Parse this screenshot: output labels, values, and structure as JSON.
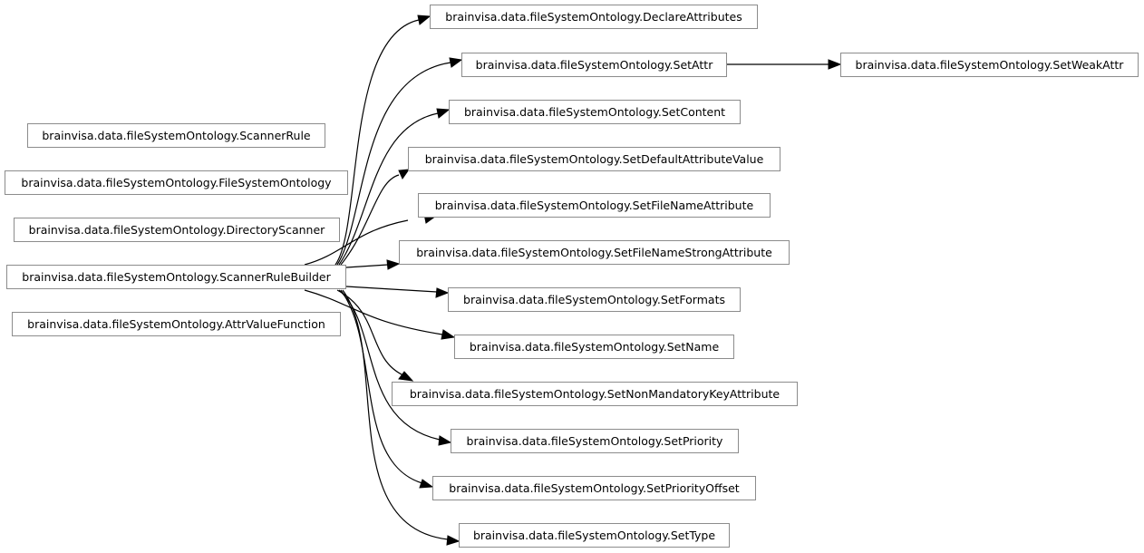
{
  "diagram": {
    "type": "inheritance-graph",
    "source_node": "brainvisa.data.fileSystemOntology.ScannerRuleBuilder",
    "nodes": {
      "scanner_rule": "brainvisa.data.fileSystemOntology.ScannerRule",
      "file_system_ontology": "brainvisa.data.fileSystemOntology.FileSystemOntology",
      "directory_scanner": "brainvisa.data.fileSystemOntology.DirectoryScanner",
      "scanner_rule_builder": "brainvisa.data.fileSystemOntology.ScannerRuleBuilder",
      "attr_value_function": "brainvisa.data.fileSystemOntology.AttrValueFunction",
      "declare_attributes": "brainvisa.data.fileSystemOntology.DeclareAttributes",
      "set_attr": "brainvisa.data.fileSystemOntology.SetAttr",
      "set_weak_attr": "brainvisa.data.fileSystemOntology.SetWeakAttr",
      "set_content": "brainvisa.data.fileSystemOntology.SetContent",
      "set_default_attribute_value": "brainvisa.data.fileSystemOntology.SetDefaultAttributeValue",
      "set_file_name_attribute": "brainvisa.data.fileSystemOntology.SetFileNameAttribute",
      "set_file_name_strong_attribute": "brainvisa.data.fileSystemOntology.SetFileNameStrongAttribute",
      "set_formats": "brainvisa.data.fileSystemOntology.SetFormats",
      "set_name": "brainvisa.data.fileSystemOntology.SetName",
      "set_non_mandatory_key_attribute": "brainvisa.data.fileSystemOntology.SetNonMandatoryKeyAttribute",
      "set_priority": "brainvisa.data.fileSystemOntology.SetPriority",
      "set_priority_offset": "brainvisa.data.fileSystemOntology.SetPriorityOffset",
      "set_type": "brainvisa.data.fileSystemOntology.SetType"
    },
    "edges": [
      {
        "from": "ScannerRuleBuilder",
        "to": "DeclareAttributes"
      },
      {
        "from": "ScannerRuleBuilder",
        "to": "SetAttr"
      },
      {
        "from": "ScannerRuleBuilder",
        "to": "SetContent"
      },
      {
        "from": "ScannerRuleBuilder",
        "to": "SetDefaultAttributeValue"
      },
      {
        "from": "ScannerRuleBuilder",
        "to": "SetFileNameAttribute"
      },
      {
        "from": "ScannerRuleBuilder",
        "to": "SetFileNameStrongAttribute"
      },
      {
        "from": "ScannerRuleBuilder",
        "to": "SetFormats"
      },
      {
        "from": "ScannerRuleBuilder",
        "to": "SetName"
      },
      {
        "from": "ScannerRuleBuilder",
        "to": "SetNonMandatoryKeyAttribute"
      },
      {
        "from": "ScannerRuleBuilder",
        "to": "SetPriority"
      },
      {
        "from": "ScannerRuleBuilder",
        "to": "SetPriorityOffset"
      },
      {
        "from": "ScannerRuleBuilder",
        "to": "SetType"
      },
      {
        "from": "SetAttr",
        "to": "SetWeakAttr"
      }
    ],
    "colors": {
      "border": "#8c8c8c",
      "edge": "#000000",
      "background": "#ffffff"
    }
  }
}
